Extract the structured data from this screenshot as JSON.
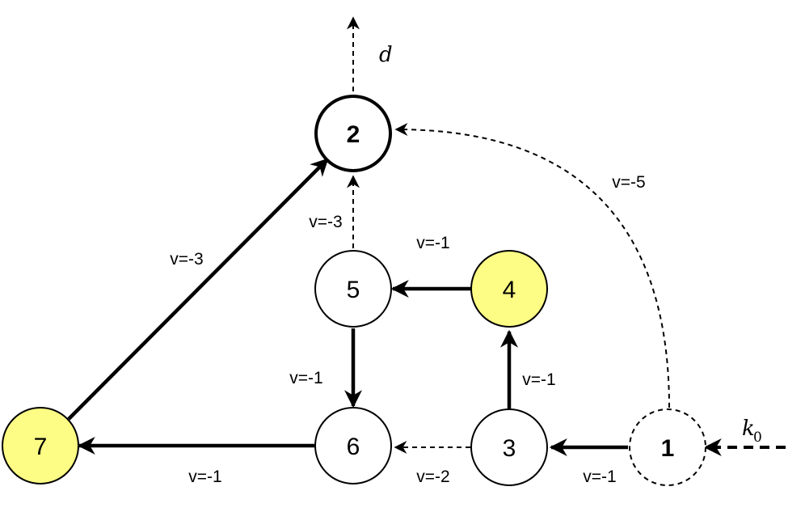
{
  "colors": {
    "highlight_fill": "#fdfd85",
    "stroke": "#000000",
    "node_fill": "#ffffff"
  },
  "nodes": [
    {
      "id": "1",
      "label": "1",
      "style": "dashed-bold-label",
      "fill": "white"
    },
    {
      "id": "2",
      "label": "2",
      "style": "thick-bold-label",
      "fill": "white"
    },
    {
      "id": "3",
      "label": "3",
      "style": "normal",
      "fill": "white"
    },
    {
      "id": "4",
      "label": "4",
      "style": "normal",
      "fill": "highlight"
    },
    {
      "id": "5",
      "label": "5",
      "style": "normal",
      "fill": "white"
    },
    {
      "id": "6",
      "label": "6",
      "style": "normal",
      "fill": "white"
    },
    {
      "id": "7",
      "label": "7",
      "style": "normal",
      "fill": "highlight"
    }
  ],
  "edges": [
    {
      "from": "1",
      "to": "3",
      "label": "v=-1",
      "style": "solid"
    },
    {
      "from": "3",
      "to": "4",
      "label": "v=-1",
      "style": "solid"
    },
    {
      "from": "4",
      "to": "5",
      "label": "v=-1",
      "style": "solid"
    },
    {
      "from": "5",
      "to": "6",
      "label": "v=-1",
      "style": "solid"
    },
    {
      "from": "6",
      "to": "7",
      "label": "v=-1",
      "style": "solid"
    },
    {
      "from": "7",
      "to": "2",
      "label": "v=-3",
      "style": "solid"
    },
    {
      "from": "5",
      "to": "2",
      "label": "v=-3",
      "style": "dashed"
    },
    {
      "from": "3",
      "to": "6",
      "label": "v=-2",
      "style": "dashed"
    },
    {
      "from": "1",
      "to": "2",
      "label": "v=-5",
      "style": "dashed"
    }
  ],
  "outgoing": {
    "label_main": "d",
    "style": "dashed"
  },
  "incoming": {
    "label_main": "k",
    "label_sub": "0",
    "style": "dashed"
  }
}
